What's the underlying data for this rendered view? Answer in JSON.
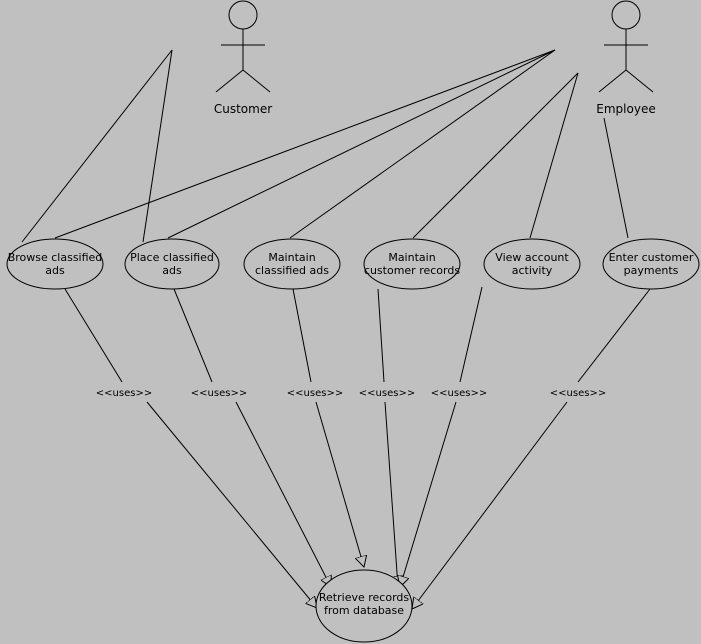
{
  "actors": {
    "customer": "Customer",
    "employee": "Employee"
  },
  "use_cases": {
    "browse": [
      "Browse classified",
      "ads"
    ],
    "place": [
      "Place classified",
      "ads"
    ],
    "maintain_ads": [
      "Maintain",
      "classified ads"
    ],
    "maintain_records": [
      "Maintain",
      "customer records"
    ],
    "view_account": [
      "View account",
      "activity"
    ],
    "enter_payments": [
      "Enter customer",
      "payments"
    ],
    "retrieve": [
      "Retrieve records",
      "from database"
    ]
  },
  "relationships": {
    "uses_label": "<<uses>>"
  }
}
